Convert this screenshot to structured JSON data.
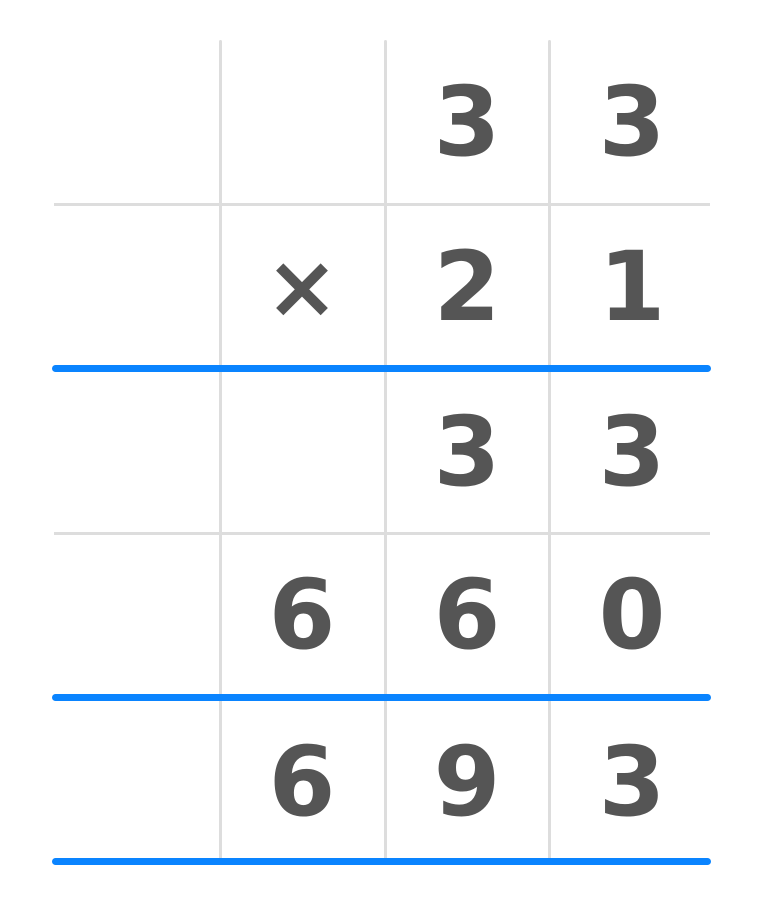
{
  "colors": {
    "digit": "#555555",
    "grid": "#dddddd",
    "rule": "#0a84ff"
  },
  "problem": {
    "operator": "×",
    "multiplicand": [
      "",
      "",
      "3",
      "3"
    ],
    "multiplier": [
      "",
      "×",
      "2",
      "1"
    ],
    "partial_products": [
      [
        "",
        "",
        "3",
        "3"
      ],
      [
        "",
        "6",
        "6",
        "0"
      ]
    ],
    "result": [
      "",
      "6",
      "9",
      "3"
    ]
  }
}
